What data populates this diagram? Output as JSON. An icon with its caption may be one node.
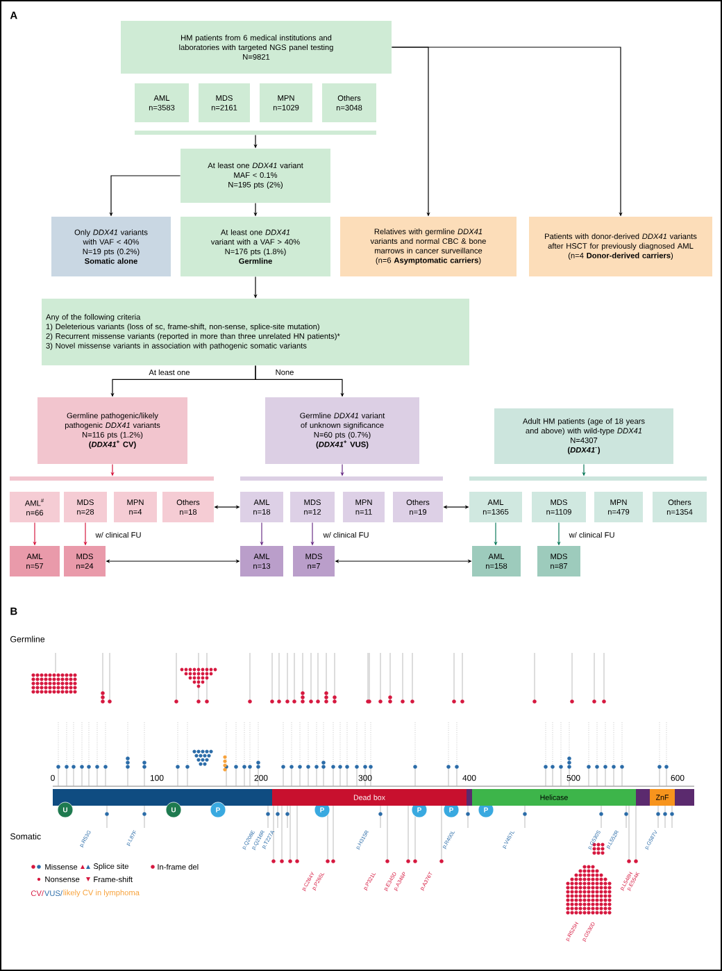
{
  "diagram": {
    "nodes": [
      {
        "text": [
          "HM patients from 6 medical institutions and laboratories with targeted NGS panel testing",
          "N=9821"
        ]
      },
      {
        "text": [
          "AML",
          "n=3583"
        ]
      },
      {
        "text": [
          "MDS",
          "n=2161"
        ]
      },
      {
        "text": [
          "MPN",
          "n=1029"
        ]
      },
      {
        "text": [
          "Others",
          "n=3048"
        ]
      },
      {
        "text": [],
        "shape": "bar"
      },
      {
        "text": [
          "At least one *DDX41* variant",
          "MAF < 0.1%",
          "N=195 pts (2%)"
        ]
      },
      {
        "text": [
          "Only *DDX41* variants with VAF < 40%",
          "N=19 pts (0.2%)",
          "Somatic alone"
        ]
      },
      {
        "text": [
          "At least one *DDX41* variant with a VAF > 40%",
          "N=176 pts (1.8%)",
          "Germline"
        ]
      },
      {
        "text": [
          "Relatives with germline *DDX41* variants and normal CBC & bone marrows in cancer surveillance",
          "(n=6 **Asymptomatic carriers**)"
        ]
      },
      {
        "text": [
          "Patients with donor-derived *DDX41* variants after HSCT for previously diagnosed AML",
          "(n=4 **Donor-derived carriers**)"
        ]
      },
      {
        "text": [
          "Any of the following criteria",
          "1) Deleterious variants (loss of sc, frame-shift, non-sense, splice-site mutation)",
          "2) Recurrent missense variants (reported in more than three unrelated HN patients)*",
          "3) Novel missense variants in association with pathogenic somatic variants"
        ]
      },
      {
        "text": [
          "Germline pathogenic/likely pathogenic *DDX41* variants",
          "N=116 pts (1.2%)",
          "(*DDX41*$^{+}$ CV)"
        ]
      },
      {
        "text": [
          "Germline *DDX41* variant of unknown significance",
          "N=60 pts (0.7%)",
          "(*DDX41*$^{+}$ VUS)"
        ]
      },
      {
        "text": [
          "Adult HM patients (age of 18 years and above) with wild-type *DDX41*",
          "N=4307",
          "(*DDX41*$^{-}$)"
        ]
      },
      {
        "text": [],
        "shape": "bar"
      },
      {
        "text": [],
        "shape": "bar"
      },
      {
        "text": [],
        "shape": "bar"
      },
      {
        "text": [
          "AML$^{#}$",
          "n=66"
        ]
      },
      {
        "text": [
          "MDS",
          "n=28"
        ]
      },
      {
        "text": [
          "MPN",
          "n=4"
        ]
      },
      {
        "text": [
          "Others",
          "n=18"
        ]
      },
      {
        "text": [
          "AML",
          "n=18"
        ]
      },
      {
        "text": [
          "MDS",
          "n=12"
        ]
      },
      {
        "text": [
          "MPN",
          "n=11"
        ]
      },
      {
        "text": [
          "Others",
          "n=19"
        ]
      },
      {
        "text": [
          "AML",
          "n=1365"
        ]
      },
      {
        "text": [
          "MDS",
          "n=1109"
        ]
      },
      {
        "text": [
          "MPN",
          "n=479"
        ]
      },
      {
        "text": [
          "Others",
          "n=1354"
        ]
      },
      {
        "text": [
          "AML",
          "n=57"
        ]
      },
      {
        "text": [
          "MDS",
          "n=24"
        ]
      },
      {
        "text": [
          "AML",
          "n=13"
        ]
      },
      {
        "text": [
          "MDS",
          "n=7"
        ]
      },
      {
        "text": [
          "AML",
          "n=158"
        ]
      },
      {
        "text": [
          "MDS",
          "n=87"
        ]
      },
      {
        "text": [
          "U"
        ]
      },
      {
        "text": [
          "U"
        ]
      },
      {
        "text": [
          "P"
        ]
      },
      {
        "text": [
          "P"
        ]
      },
      {
        "text": [
          "P"
        ]
      },
      {
        "text": [
          "P"
        ]
      },
      {
        "text": [
          "P"
        ]
      },
      {
        "text": [
          "Dead box"
        ]
      },
      {
        "text": [
          "Helicase"
        ]
      },
      {
        "text": [
          "ZnF"
        ]
      }
    ],
    "edges": [
      {
        "from": 0,
        "to": 9,
        "arrow": "to"
      },
      {
        "from": 0,
        "to": 10,
        "arrow": "to"
      },
      {
        "from": 5,
        "to": 6,
        "arrow": "to"
      },
      {
        "from": 6,
        "to": 7,
        "arrow": "to"
      },
      {
        "from": 6,
        "to": 8,
        "arrow": "to"
      },
      {
        "from": 8,
        "to": 11,
        "arrow": "to"
      },
      {
        "from": 11,
        "to": 12,
        "arrow": "to",
        "label": "At least one"
      },
      {
        "from": 11,
        "to": 13,
        "arrow": "to",
        "label": "None"
      },
      {
        "from": 12,
        "to": 15,
        "arrow": "to",
        "color": "#d6183f"
      },
      {
        "from": 13,
        "to": 16,
        "arrow": "to",
        "color": "#6b2f87"
      },
      {
        "from": 14,
        "to": 17,
        "arrow": "to",
        "color": "#0b7a5a"
      },
      {
        "from": 21,
        "to": 22,
        "arrow": "both"
      },
      {
        "from": 25,
        "to": 26,
        "arrow": "both"
      },
      {
        "from": 18,
        "to": 30,
        "arrow": "to",
        "color": "#d6183f"
      },
      {
        "from": 19,
        "to": 31,
        "arrow": "to",
        "color": "#d6183f",
        "label": "w/ clinical FU"
      },
      {
        "from": 22,
        "to": 32,
        "arrow": "to",
        "color": "#6b2f87"
      },
      {
        "from": 23,
        "to": 33,
        "arrow": "to",
        "color": "#6b2f87",
        "label": "w/ clinical FU"
      },
      {
        "from": 26,
        "to": 34,
        "arrow": "to",
        "color": "#0b7a5a"
      },
      {
        "from": 27,
        "to": 35,
        "arrow": "to",
        "color": "#0b7a5a",
        "label": "w/ clinical FU"
      },
      {
        "from": 31,
        "to": 32,
        "arrow": "both"
      },
      {
        "from": 33,
        "to": 34,
        "arrow": "both"
      }
    ],
    "labels": [
      "A",
      "B",
      "Germline",
      "Somatic",
      "0",
      "100",
      "200",
      "300",
      "400",
      "500",
      "600",
      "p.R53G",
      "p.L87F",
      "p.Q208E",
      "p.Q216R",
      "p.T227A",
      "p.H315R",
      "p.R400L",
      "p.V457L",
      "p.G530S",
      "p.L552R",
      "p.G587V",
      "p.C264Y",
      "p.P265L",
      "p.P321L",
      "p.E345D",
      "p.A346P",
      "p.A376T",
      "p.R525H",
      "p.G530D",
      "p.L548H",
      "p.E554K",
      "CV/",
      "VUS/",
      "likely CV in lymphoma"
    ],
    "legend": [
      {
        "text": "Missense"
      },
      {
        "text": "Splice site"
      },
      {
        "text": "In-frame del"
      },
      {
        "text": "Nonsense"
      },
      {
        "text": "Frame-shift"
      }
    ]
  }
}
